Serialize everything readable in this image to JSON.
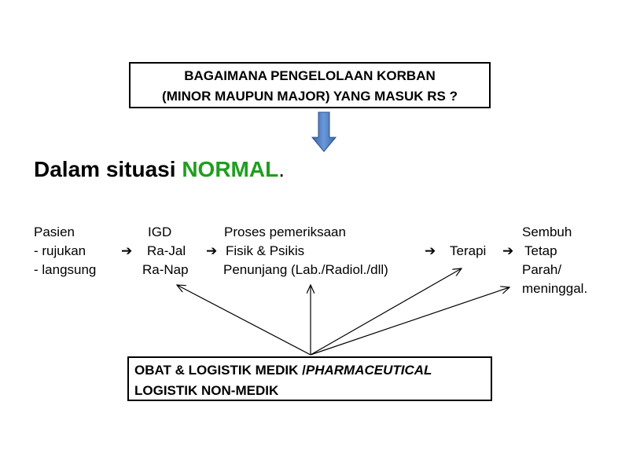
{
  "question_box": {
    "line1": "BAGAIMANA PENGELOLAAN KORBAN",
    "line2": "(MINOR MAUPUN MAJOR) YANG MASUK RS ?"
  },
  "heading": {
    "prefix": "Dalam situasi ",
    "highlight": "NORMAL",
    "suffix": ".",
    "highlight_color": "#1f9e1f"
  },
  "flow": {
    "pasien": {
      "title": "Pasien",
      "items": [
        "- rujukan",
        "- langsung"
      ]
    },
    "igd": {
      "title": "IGD",
      "items": [
        "Ra-Jal",
        "Ra-Nap"
      ]
    },
    "proses": {
      "title": "Proses pemeriksaan",
      "items": [
        "Fisik & Psikis",
        "Penunjang (Lab./Radiol./dll)"
      ]
    },
    "terapi": {
      "label": "Terapi"
    },
    "outcome": {
      "items": [
        "Sembuh",
        "Tetap",
        "Parah/",
        "meninggal."
      ]
    },
    "arrow_glyph": "➔"
  },
  "resource_box": {
    "line1_normal": "OBAT & LOGISTIK MEDIK /",
    "line1_italic": "PHARMACEUTICAL",
    "line2": "LOGISTIK NON-MEDIK"
  },
  "colors": {
    "down_arrow": "#4a7cc4"
  }
}
